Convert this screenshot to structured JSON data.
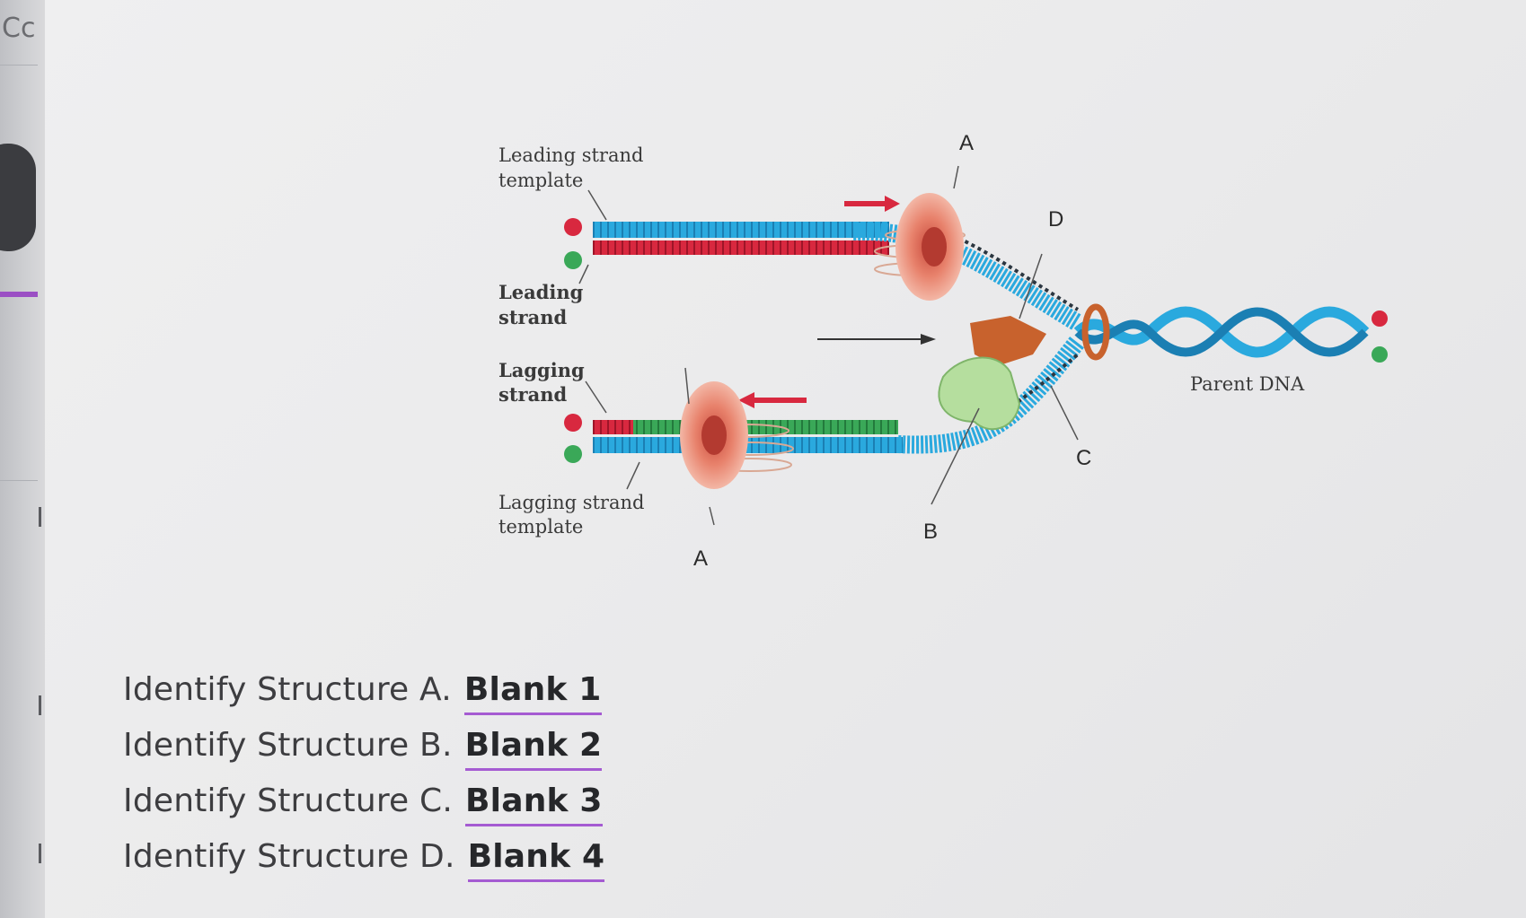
{
  "sidebar": {
    "cut_text": "Cc"
  },
  "diagram": {
    "labels": {
      "leading_template_1": "Leading strand",
      "leading_template_2": "template",
      "leading_strand_1": "Leading",
      "leading_strand_2": "strand",
      "lagging_strand_1": "Lagging",
      "lagging_strand_2": "strand",
      "lagging_template_1": "Lagging strand",
      "lagging_template_2": "template",
      "parent_dna": "Parent DNA"
    },
    "letters": {
      "a_top": "A",
      "a_bottom": "A",
      "b": "B",
      "c": "C",
      "d": "D"
    },
    "colors": {
      "template_strand": "#2aa9de",
      "leading_new": "#d8283f",
      "lagging_new": "#3aa858",
      "clamp": "#e8826c",
      "primase": "#b5de9e",
      "helicase": "#c8622d"
    }
  },
  "questions": [
    {
      "text": "Identify Structure A.",
      "blank": "Blank 1"
    },
    {
      "text": "Identify Structure B.",
      "blank": "Blank 2"
    },
    {
      "text": "Identify Structure C.",
      "blank": "Blank 3"
    },
    {
      "text": "Identify Structure D.",
      "blank": "Blank 4"
    }
  ]
}
